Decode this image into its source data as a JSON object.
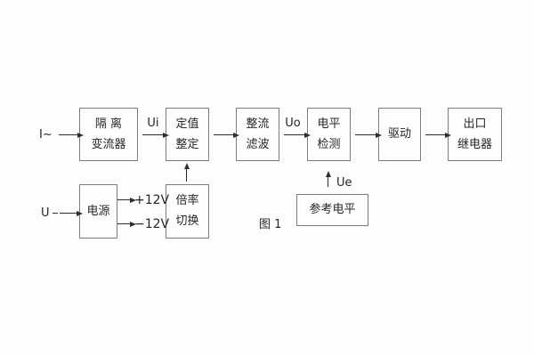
{
  "diagram": {
    "caption": "图 1",
    "inputs": {
      "current": "I~",
      "voltage": "U"
    },
    "signals": {
      "ui": "Ui",
      "uo": "Uo",
      "ue": "Ue"
    },
    "power_rails": {
      "pos": "+12V",
      "neg": "−12V"
    },
    "blocks": {
      "isolation": {
        "line1": "隔 离",
        "line2": "变流器"
      },
      "setpoint": {
        "line1": "定值",
        "line2": "整定"
      },
      "rectifier": {
        "line1": "整流",
        "line2": "滤波"
      },
      "level": {
        "line1": "电平",
        "line2": "检测"
      },
      "drive": {
        "label": "驱动"
      },
      "output_relay": {
        "line1": "出口",
        "line2": "继电器"
      },
      "power": {
        "label": "电源"
      },
      "multiplier": {
        "line1": "倍率",
        "line2": "切换"
      },
      "reference": {
        "label": "参考电平"
      }
    },
    "colors": {
      "background": "#fdfdfd",
      "box_border": "#7d7d7d",
      "line": "#2e2e2e",
      "text": "#262626"
    }
  }
}
